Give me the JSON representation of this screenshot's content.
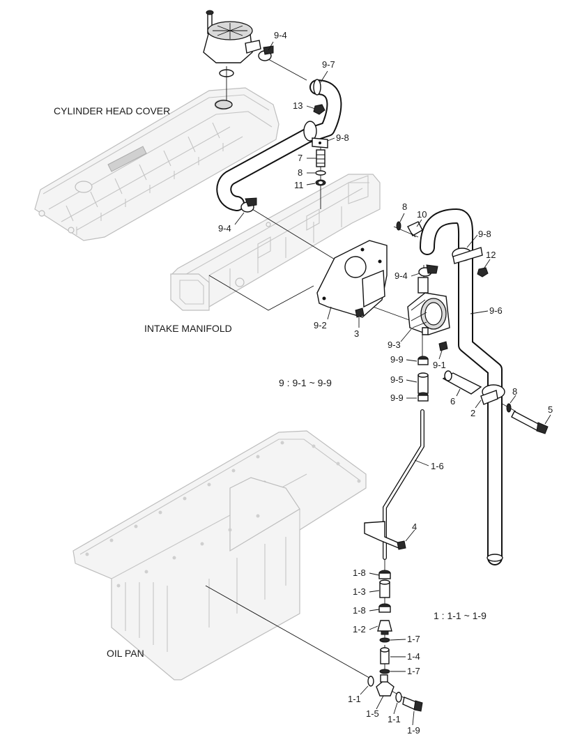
{
  "labels": {
    "cylinder_head_cover": "CYLINDER HEAD COVER",
    "intake_manifold": "INTAKE MANIFOLD",
    "oil_pan": "OIL PAN",
    "group9_note": "9 : 9-1 ~ 9-9",
    "group1_note": "1 : 1-1 ~ 1-9"
  },
  "callouts": {
    "c9_4_top": "9-4",
    "c9_7": "9-7",
    "c13": "13",
    "c9_8_upper": "9-8",
    "c7": "7",
    "c8_upper": "8",
    "c11": "11",
    "c9_4_left": "9-4",
    "c8_mid": "8",
    "c10": "10",
    "c9_8_right": "9-8",
    "c12": "12",
    "c9_4_mid": "9-4",
    "c9_6": "9-6",
    "c9_2": "9-2",
    "c3": "3",
    "c9_3": "9-3",
    "c9_1": "9-1",
    "c9_9_upper": "9-9",
    "c9_5": "9-5",
    "c9_9_lower": "9-9",
    "c6": "6",
    "c2": "2",
    "c8_lower": "8",
    "c5": "5",
    "c1_6": "1-6",
    "c4": "4",
    "c1_8_upper": "1-8",
    "c1_3": "1-3",
    "c1_8_lower": "1-8",
    "c1_2": "1-2",
    "c1_7_upper": "1-7",
    "c1_4": "1-4",
    "c1_7_lower": "1-7",
    "c1_1_left": "1-1",
    "c1_5": "1-5",
    "c1_1_right": "1-1",
    "c1_9": "1-9"
  }
}
